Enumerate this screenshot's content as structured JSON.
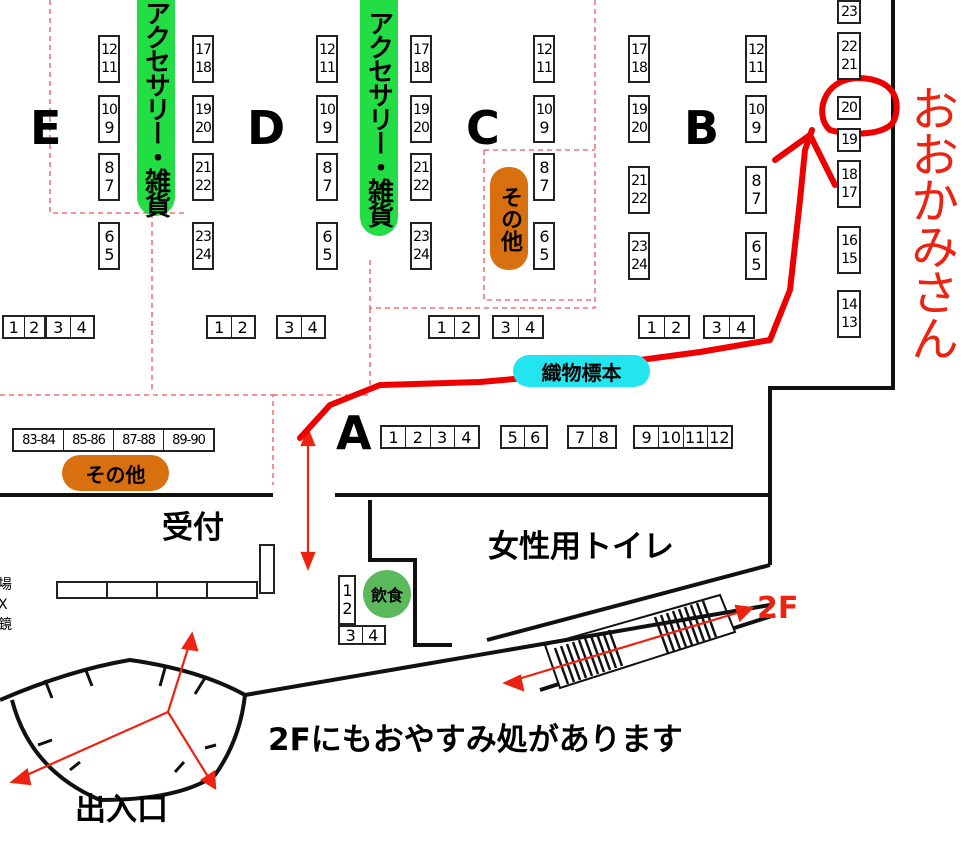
{
  "sections": [
    "E",
    "D",
    "C",
    "B",
    "A"
  ],
  "categories": {
    "accessory": "アクセサリー・雑貨",
    "other": "その他",
    "fabric": "織物標本"
  },
  "labels": {
    "reception": "受付",
    "womens_toilet": "女性用トイレ",
    "rest_area_2f": "2Fにもおやすみ処があります",
    "entrance": "出入口",
    "second_floor": "2F",
    "ookamisan": "おおかみさん",
    "food": "飲食"
  },
  "food_booths": [
    "1",
    "2",
    "3",
    "4"
  ],
  "left_edge": [
    "場",
    "X",
    "鏡"
  ],
  "booth_columns": [
    {
      "col": "e-left",
      "booths": [
        [
          "12",
          "11"
        ],
        [
          "10",
          "9"
        ],
        [
          "8",
          "7"
        ],
        [
          "6",
          "5"
        ]
      ]
    },
    {
      "col": "e-right",
      "booths": [
        [
          "17",
          "18"
        ],
        [
          "19",
          "20"
        ],
        [
          "21",
          "22"
        ],
        [
          "23",
          "24"
        ]
      ]
    },
    {
      "col": "d-left",
      "booths": [
        [
          "12",
          "11"
        ],
        [
          "10",
          "9"
        ],
        [
          "8",
          "7"
        ],
        [
          "6",
          "5"
        ]
      ]
    },
    {
      "col": "d-right",
      "booths": [
        [
          "17",
          "18"
        ],
        [
          "19",
          "20"
        ],
        [
          "21",
          "22"
        ],
        [
          "23",
          "24"
        ]
      ]
    },
    {
      "col": "c-left",
      "booths": [
        [
          "12",
          "11"
        ],
        [
          "10",
          "9"
        ],
        [
          "8",
          "7"
        ],
        [
          "6",
          "5"
        ]
      ]
    },
    {
      "col": "b-left",
      "booths": [
        [
          "17",
          "18"
        ],
        [
          "19",
          "20"
        ],
        [
          "21",
          "22"
        ],
        [
          "23",
          "24"
        ]
      ]
    },
    {
      "col": "b-right",
      "booths": [
        [
          "12",
          "11"
        ],
        [
          "10",
          "9"
        ],
        [
          "8",
          "7"
        ],
        [
          "6",
          "5"
        ]
      ]
    },
    {
      "col": "wall",
      "booths": [
        [
          "23"
        ],
        [
          "22",
          "21"
        ],
        [
          "20"
        ],
        [
          "19"
        ],
        [
          "18",
          "17"
        ],
        [
          "16",
          "15"
        ],
        [
          "14",
          "13"
        ]
      ]
    }
  ],
  "horizontal_booths": [
    [
      "1",
      "2"
    ],
    [
      "3",
      "4"
    ],
    [
      "1",
      "2"
    ],
    [
      "3",
      "4"
    ],
    [
      "1",
      "2"
    ],
    [
      "3",
      "4"
    ],
    [
      "1",
      "2"
    ],
    [
      "3",
      "4"
    ],
    [
      "83-84",
      "85-86",
      "87-88",
      "89-90"
    ],
    [
      "1",
      "2",
      "3",
      "4"
    ],
    [
      "5",
      "6"
    ],
    [
      "7",
      "8"
    ],
    [
      "9",
      "10",
      "11",
      "12"
    ]
  ]
}
